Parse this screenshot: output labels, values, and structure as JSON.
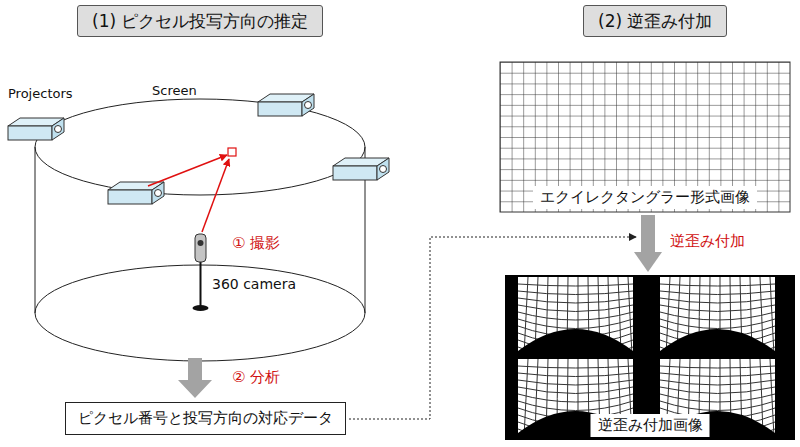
{
  "diagram": {
    "nodes": [
      {
        "text": [
          "(1) ピクセル投写方向の推定"
        ]
      },
      {
        "text": [
          "(2) 逆歪み付加"
        ]
      },
      {
        "text": [
          "ピクセル番号と投写方向の対応データ"
        ]
      },
      {
        "text": [
          "エクイレクタングラー形式画像"
        ]
      },
      {
        "text": [
          "逆歪み付加画像"
        ]
      }
    ],
    "edges": [
      {
        "from": 3,
        "to": 4,
        "arrow": "to",
        "label": "逆歪み付加"
      }
    ],
    "labels": [
      "Projectors",
      "Screen",
      "① 撮影",
      "360 camera",
      "② 分析"
    ]
  }
}
